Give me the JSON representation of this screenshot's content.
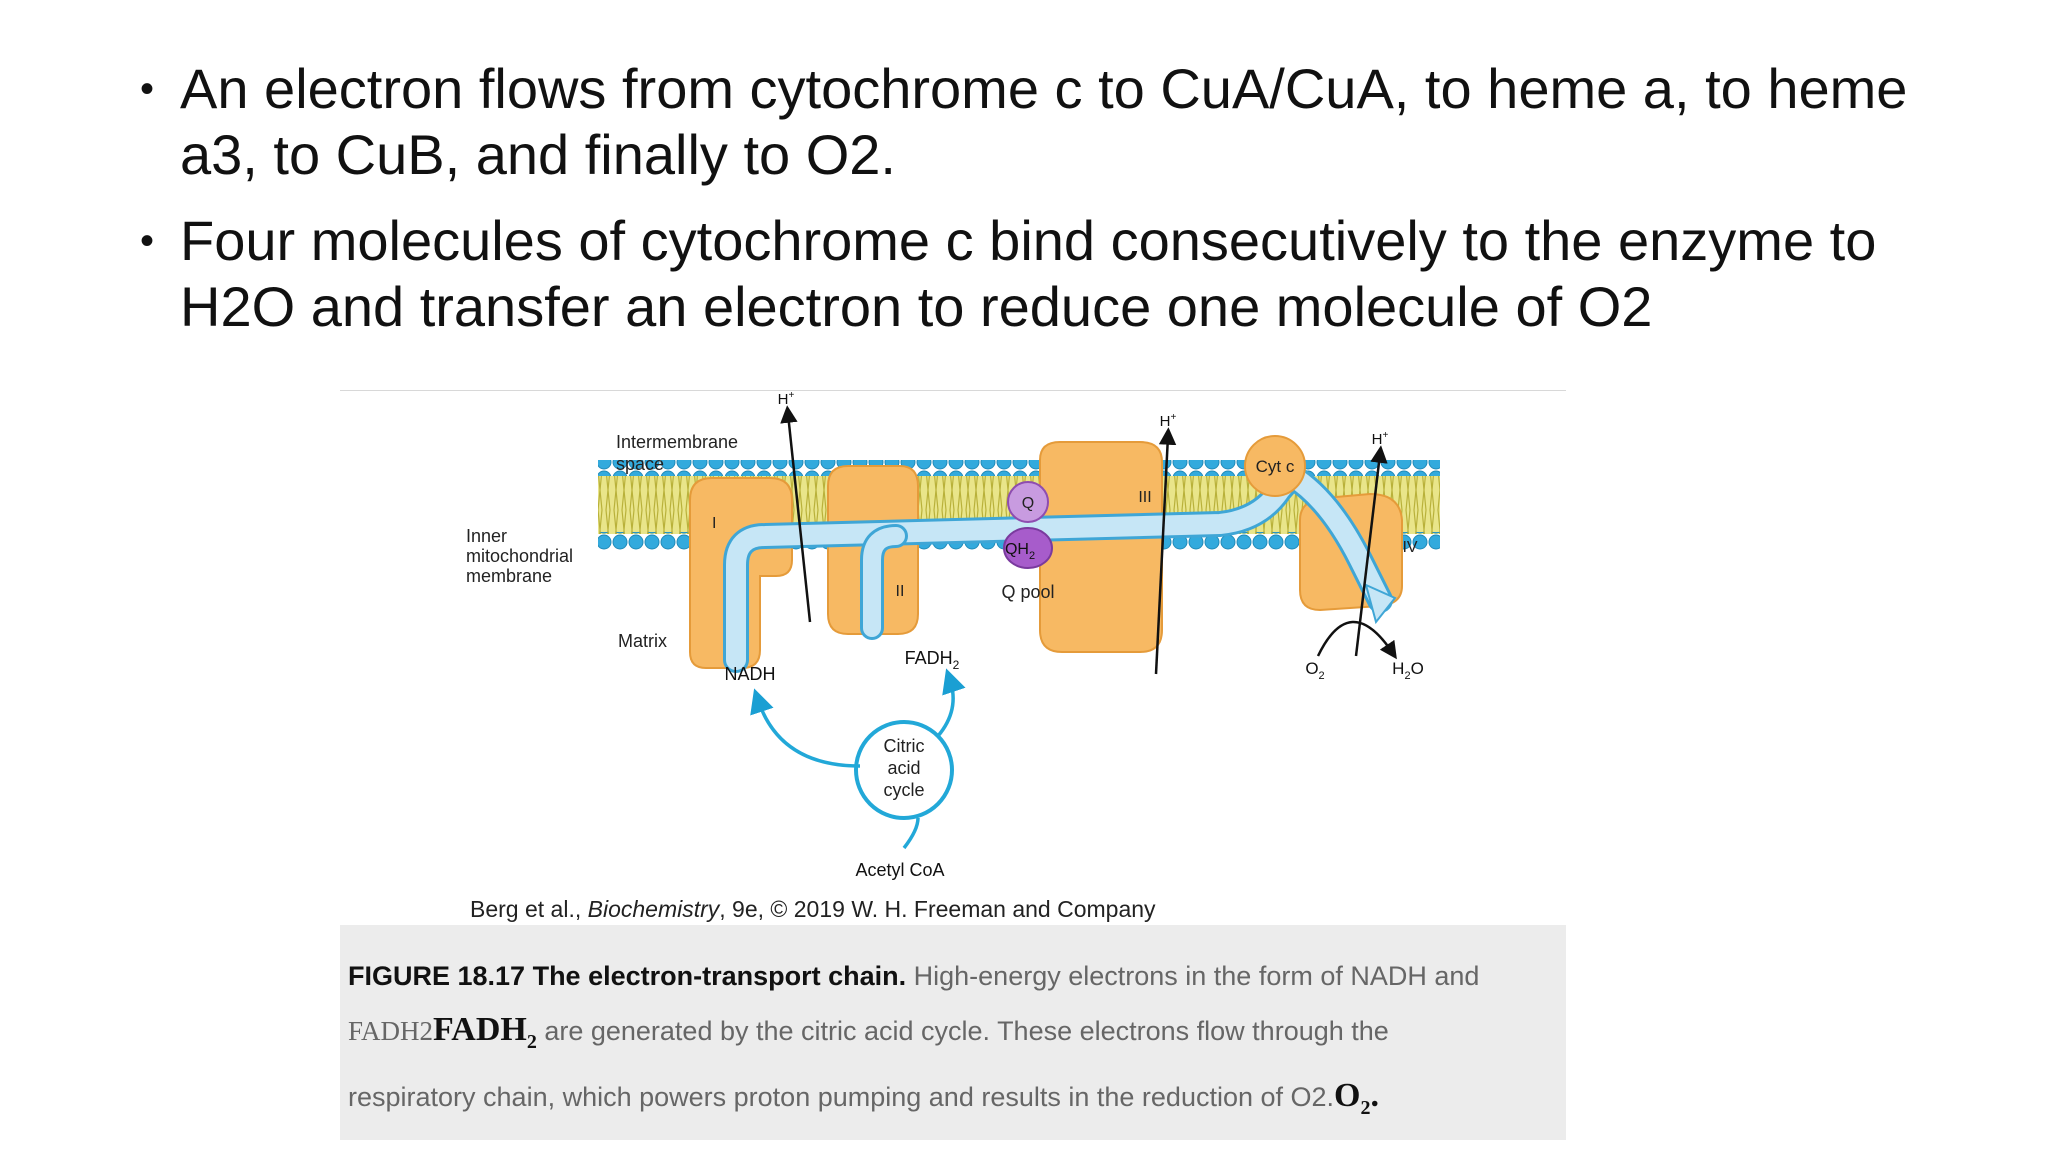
{
  "bullets": [
    {
      "text": "An electron flows from cytochrome c to CuA/CuA, to heme a, to heme a3, to CuB, and finally to O2."
    },
    {
      "text": "Four molecules of cytochrome c bind consecutively to the enzyme to H2O and transfer an electron to reduce one molecule of O2"
    }
  ],
  "diagram": {
    "labels": {
      "intermembrane": [
        "Intermembrane",
        "space"
      ],
      "inner_membrane": [
        "Inner",
        "mitochondrial",
        "membrane"
      ],
      "matrix": "Matrix",
      "complex_i": "I",
      "complex_ii": "II",
      "complex_iii": "III",
      "complex_iv": "IV",
      "q": "Q",
      "qh2": "QH",
      "qh2_sub": "2",
      "q_pool": "Q pool",
      "cyt_c": "Cyt c",
      "h_plus": "H",
      "h_plus_sup": "+",
      "nadh": "NADH",
      "fadh2": "FADH",
      "fadh2_sub": "2",
      "o2": "O",
      "o2_sub": "2",
      "h2o_h": "H",
      "h2o_sub": "2",
      "h2o_o": "O",
      "citric": [
        "Citric",
        "acid",
        "cycle"
      ],
      "acetyl_coa": "Acetyl CoA"
    },
    "colors": {
      "membrane_head": "#33aadd",
      "membrane_tail": "#e4e070",
      "protein": "#f7b963",
      "protein_edge": "#e59b3a",
      "electron_path": "#c6e6f6",
      "electron_edge": "#3fa6d6",
      "q_purple": "#b77bcf",
      "cycle_blue": "#22a8d8"
    }
  },
  "credit": {
    "prefix": "Berg et al., ",
    "book": "Biochemistry",
    "suffix": ", 9e, © 2019 W. H. Freeman and Company"
  },
  "caption": {
    "lead": "FIGURE 18.17 The electron-transport chain.",
    "part1": " High-energy electrons in the form of NADH and",
    "fadh2_text": "FADH2",
    "fadh2_math": "FADH",
    "fadh2_math_sub": "2",
    "part2": " are generated by the citric acid cycle. These electrons flow through the",
    "part3": "respiratory chain, which powers proton pumping and results in the reduction of O2.",
    "o2_math": "O",
    "o2_math_sub": "2",
    "o2_math_end": "."
  }
}
